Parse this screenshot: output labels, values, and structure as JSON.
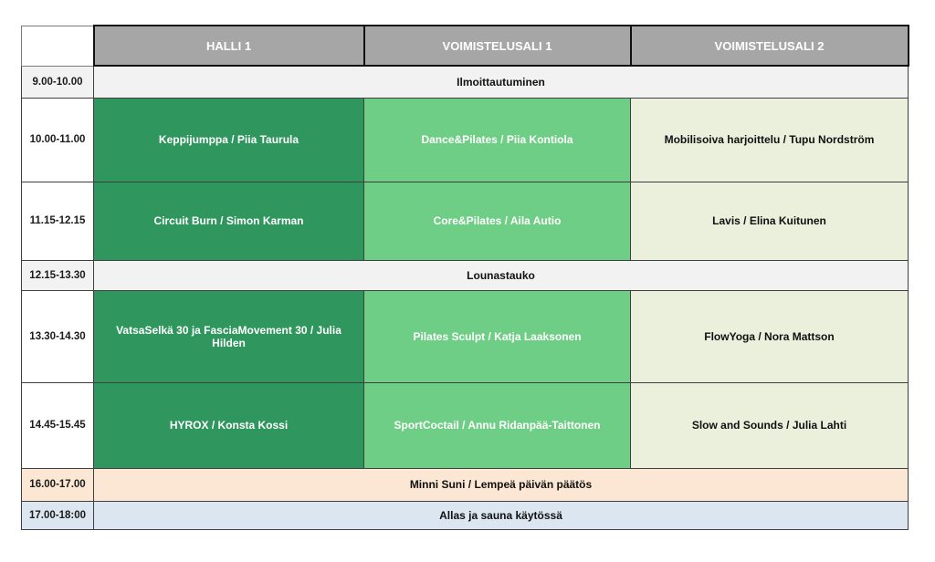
{
  "header": {
    "columns": [
      "",
      "HALLI 1",
      "VOIMISTELUSALI 1",
      "VOIMISTELUSALI 2"
    ]
  },
  "rows": [
    {
      "time": "9.00-10.00",
      "span": "Ilmoittautuminen"
    },
    {
      "time": "10.00-11.00",
      "cells": [
        "Keppijumppa / Piia Taurula",
        "Dance&Pilates / Piia Kontiola",
        "Mobilisoiva harjoittelu / Tupu Nordström"
      ]
    },
    {
      "time": "11.15-12.15",
      "cells": [
        "Circuit Burn / Simon Karman",
        "Core&Pilates / Aila Autio",
        "Lavis / Elina Kuitunen"
      ]
    },
    {
      "time": "12.15-13.30",
      "span": "Lounastauko"
    },
    {
      "time": "13.30-14.30",
      "cells": [
        "VatsaSelkä 30 ja FasciaMovement 30 / Julia Hilden",
        "Pilates Sculpt / Katja Laaksonen",
        "FlowYoga / Nora Mattson"
      ]
    },
    {
      "time": "14.45-15.45",
      "cells": [
        "HYROX / Konsta Kossi",
        "SportCoctail / Annu Ridanpää-Taittonen",
        "Slow and Sounds / Julia Lahti"
      ]
    },
    {
      "time": "16.00-17.00",
      "span": "Minni Suni / Lempeä päivän päätös"
    },
    {
      "time": "17.00-18:00",
      "span": "Allas ja sauna käytössä"
    }
  ],
  "colors": {
    "header_bg": "#a6a6a6",
    "dark_green": "#2f965e",
    "medium_green": "#6fce85",
    "pale_green": "#eaf0dc",
    "gray_row": "#f2f2f2",
    "peach_row": "#fbe7d3",
    "blue_row": "#dce6f0"
  }
}
